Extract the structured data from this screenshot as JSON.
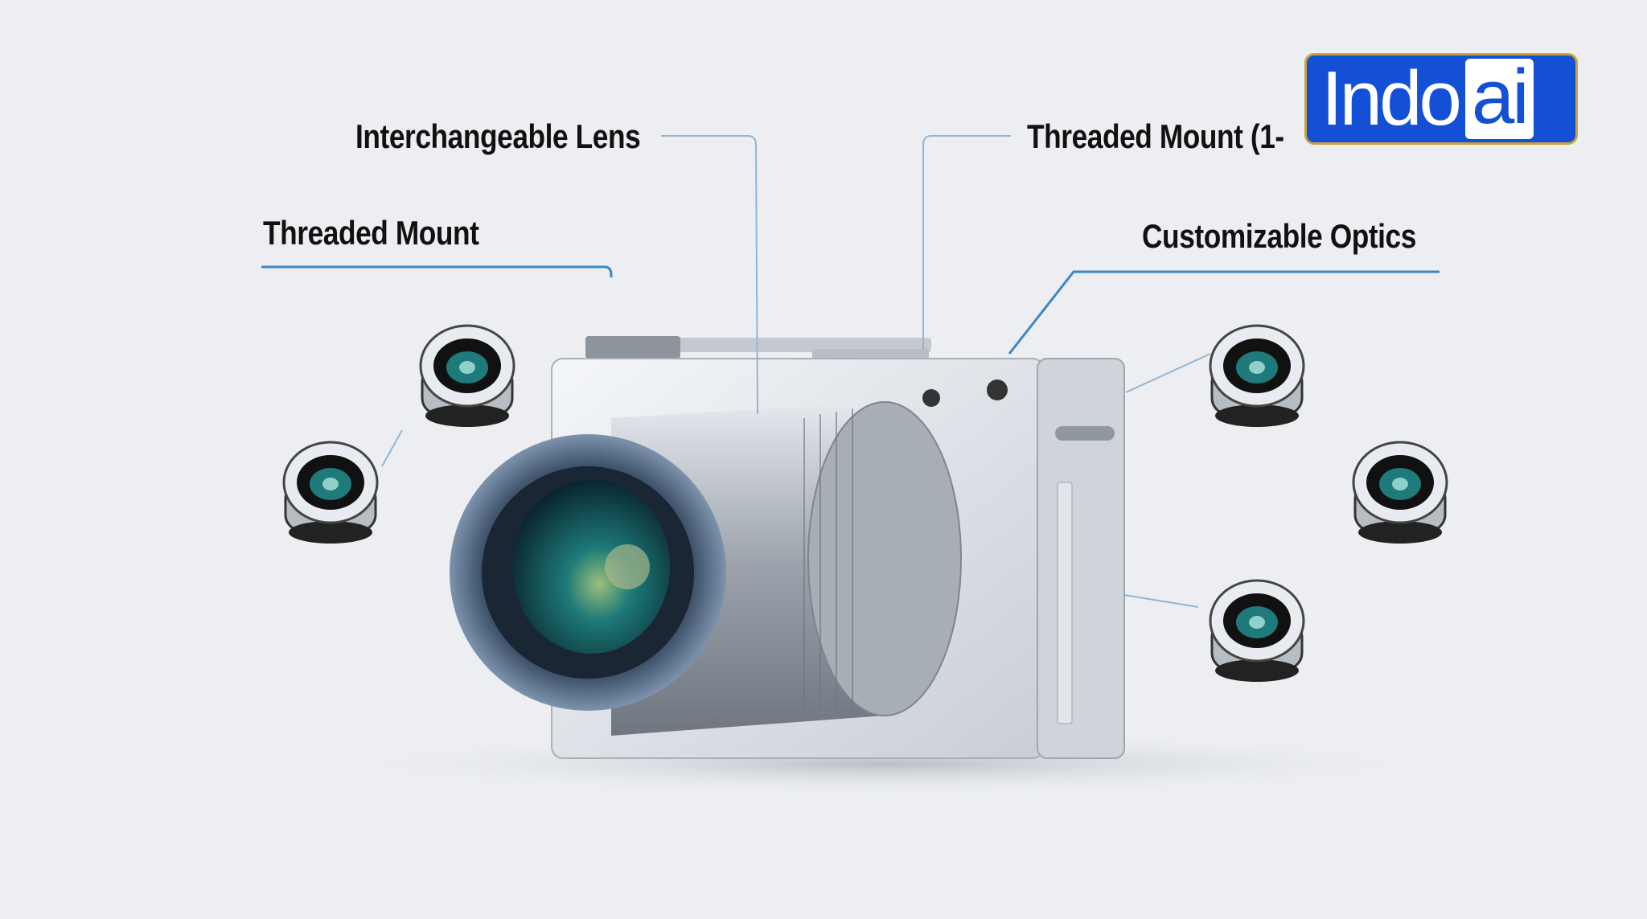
{
  "labels": {
    "interchangeable_lens": "Interchangeable Lens",
    "threaded_mount": "Threaded Mount",
    "threaded_mount_spec": "Threaded Mount (1-",
    "customizable_optics": "Customizable Optics"
  },
  "logo": {
    "part1": "Indo",
    "part2": "ai"
  },
  "colors": {
    "leader_line": "#3a88c4",
    "logo_blue": "#1450d6",
    "logo_border": "#c9a23a",
    "background": "#eceef1"
  }
}
